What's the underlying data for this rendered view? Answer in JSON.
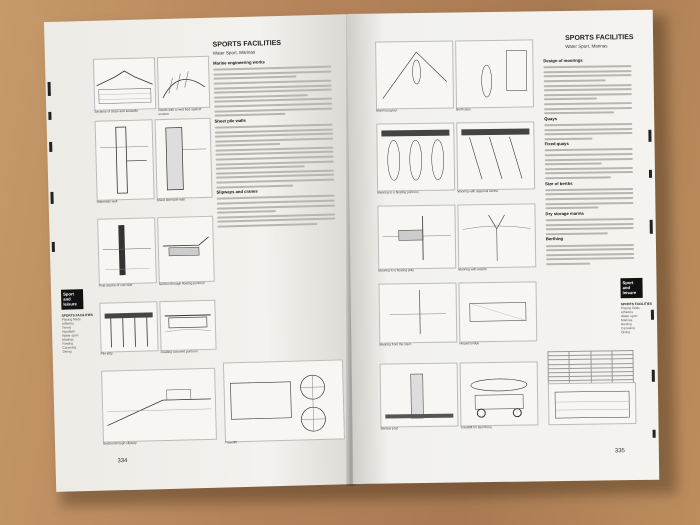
{
  "left": {
    "heading": "SPORTS FACILITIES",
    "subheading": "Water Sport, Marinas",
    "page_number": "334",
    "tab": "Sport and leisure",
    "sections": [
      "Marine engineering works",
      "Sheet pile walls",
      "Slipways and cranes"
    ],
    "captions": [
      "Sections of slope and seawalls",
      "Reeds with a reed bed against erosion",
      "Waterside wall",
      "Sheet steel pile wall",
      "Post and tie of concrete",
      "Section through floating pontoon",
      "Pile jetty",
      "Floating concrete pontoon",
      "Section through slipway",
      "Travellift"
    ],
    "side_index": [
      "SPORTS FACILITIES",
      "Playing fields",
      "Athletics",
      "Tennis",
      "Handball",
      "Water sport",
      "Marinas",
      "Rowing",
      "Canoeing",
      "Diving"
    ]
  },
  "right": {
    "heading": "SPORTS FACILITIES",
    "subheading": "Water Sport, Marinas",
    "page_number": "335",
    "tab": "Sport and leisure",
    "sections": [
      "Design of moorings",
      "Quays",
      "Fixed quays",
      "Size of berths",
      "Dry storage marina",
      "Berthing"
    ],
    "captions": [
      "Mooring layout",
      "Berth plan",
      "Mooring to a floating pontoon",
      "Mooring with diagonal berths",
      "Mooring to a floating jetty",
      "Mooring with weight",
      "Mooring from the stern",
      "Hinged bridge",
      "Service post",
      "Travellift for launching"
    ],
    "side_index": [
      "SPORTS FACILITIES",
      "Playing fields",
      "Athletics",
      "Water sport",
      "Marinas",
      "Rowing",
      "Canoeing",
      "Diving"
    ]
  }
}
